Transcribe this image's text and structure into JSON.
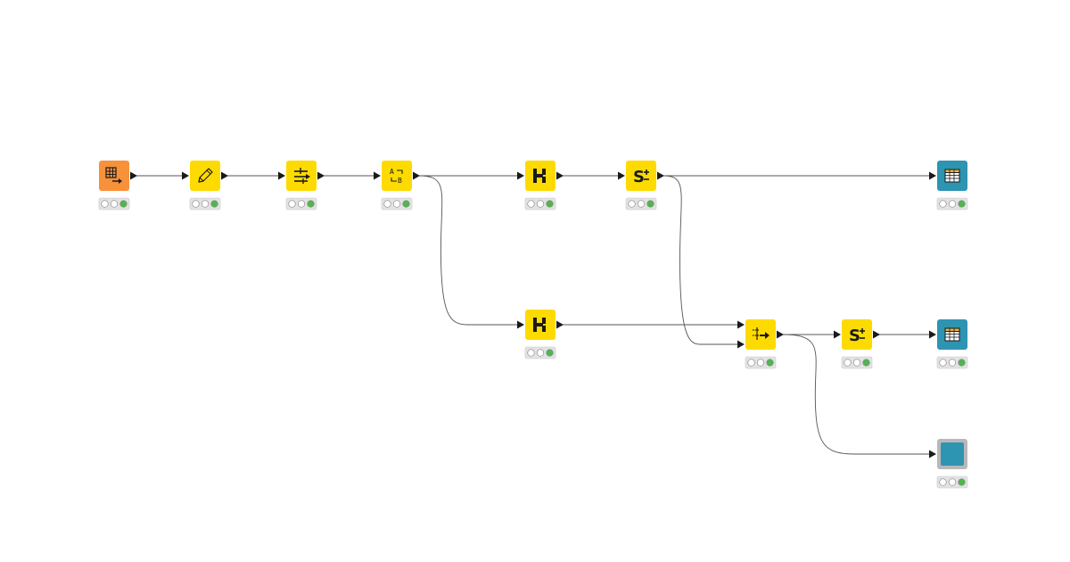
{
  "canvas": {
    "background": "#ffffff"
  },
  "colors": {
    "source": "#f7913a",
    "manipulator": "#fedb00",
    "visualizer": "#2d94b2",
    "widget_border": "#b8b8b8",
    "edge": "#555555",
    "port": "#1a1a1a",
    "status_bg": "#e3e3e3",
    "status_off": "#ffffff",
    "status_ok": "#4cb848"
  },
  "nodes": [
    {
      "id": "n1",
      "category": "source",
      "icon": "table-reader-icon",
      "status": "executed"
    },
    {
      "id": "n2",
      "category": "manipulator",
      "icon": "pencil-icon",
      "status": "executed"
    },
    {
      "id": "n3",
      "category": "manipulator",
      "icon": "column-filter-icon",
      "status": "executed"
    },
    {
      "id": "n4",
      "category": "manipulator",
      "icon": "string-replace-icon",
      "status": "executed"
    },
    {
      "id": "n5",
      "category": "manipulator",
      "icon": "row-splitter-icon",
      "status": "executed"
    },
    {
      "id": "n6",
      "category": "manipulator",
      "icon": "string-manipulation-icon",
      "status": "executed"
    },
    {
      "id": "n7",
      "category": "visualizer",
      "icon": "table-view-icon",
      "status": "executed"
    },
    {
      "id": "n8",
      "category": "manipulator",
      "icon": "row-splitter-icon",
      "status": "executed"
    },
    {
      "id": "n9",
      "category": "manipulator",
      "icon": "column-appender-icon",
      "status": "executed"
    },
    {
      "id": "n10",
      "category": "manipulator",
      "icon": "string-manipulation-icon",
      "status": "executed"
    },
    {
      "id": "n11",
      "category": "visualizer",
      "icon": "table-view-icon",
      "status": "executed"
    },
    {
      "id": "n12",
      "category": "widget",
      "icon": "widget-view-icon",
      "status": "executed"
    }
  ],
  "edges": [
    {
      "from": "n1",
      "to": "n2"
    },
    {
      "from": "n2",
      "to": "n3"
    },
    {
      "from": "n3",
      "to": "n4"
    },
    {
      "from": "n4",
      "to": "n5"
    },
    {
      "from": "n4",
      "to": "n8"
    },
    {
      "from": "n5",
      "to": "n6"
    },
    {
      "from": "n6",
      "to": "n7"
    },
    {
      "from": "n6",
      "to": "n9",
      "port": 2
    },
    {
      "from": "n8",
      "to": "n9",
      "port": 1
    },
    {
      "from": "n9",
      "to": "n10"
    },
    {
      "from": "n9",
      "to": "n12"
    },
    {
      "from": "n10",
      "to": "n11"
    }
  ]
}
